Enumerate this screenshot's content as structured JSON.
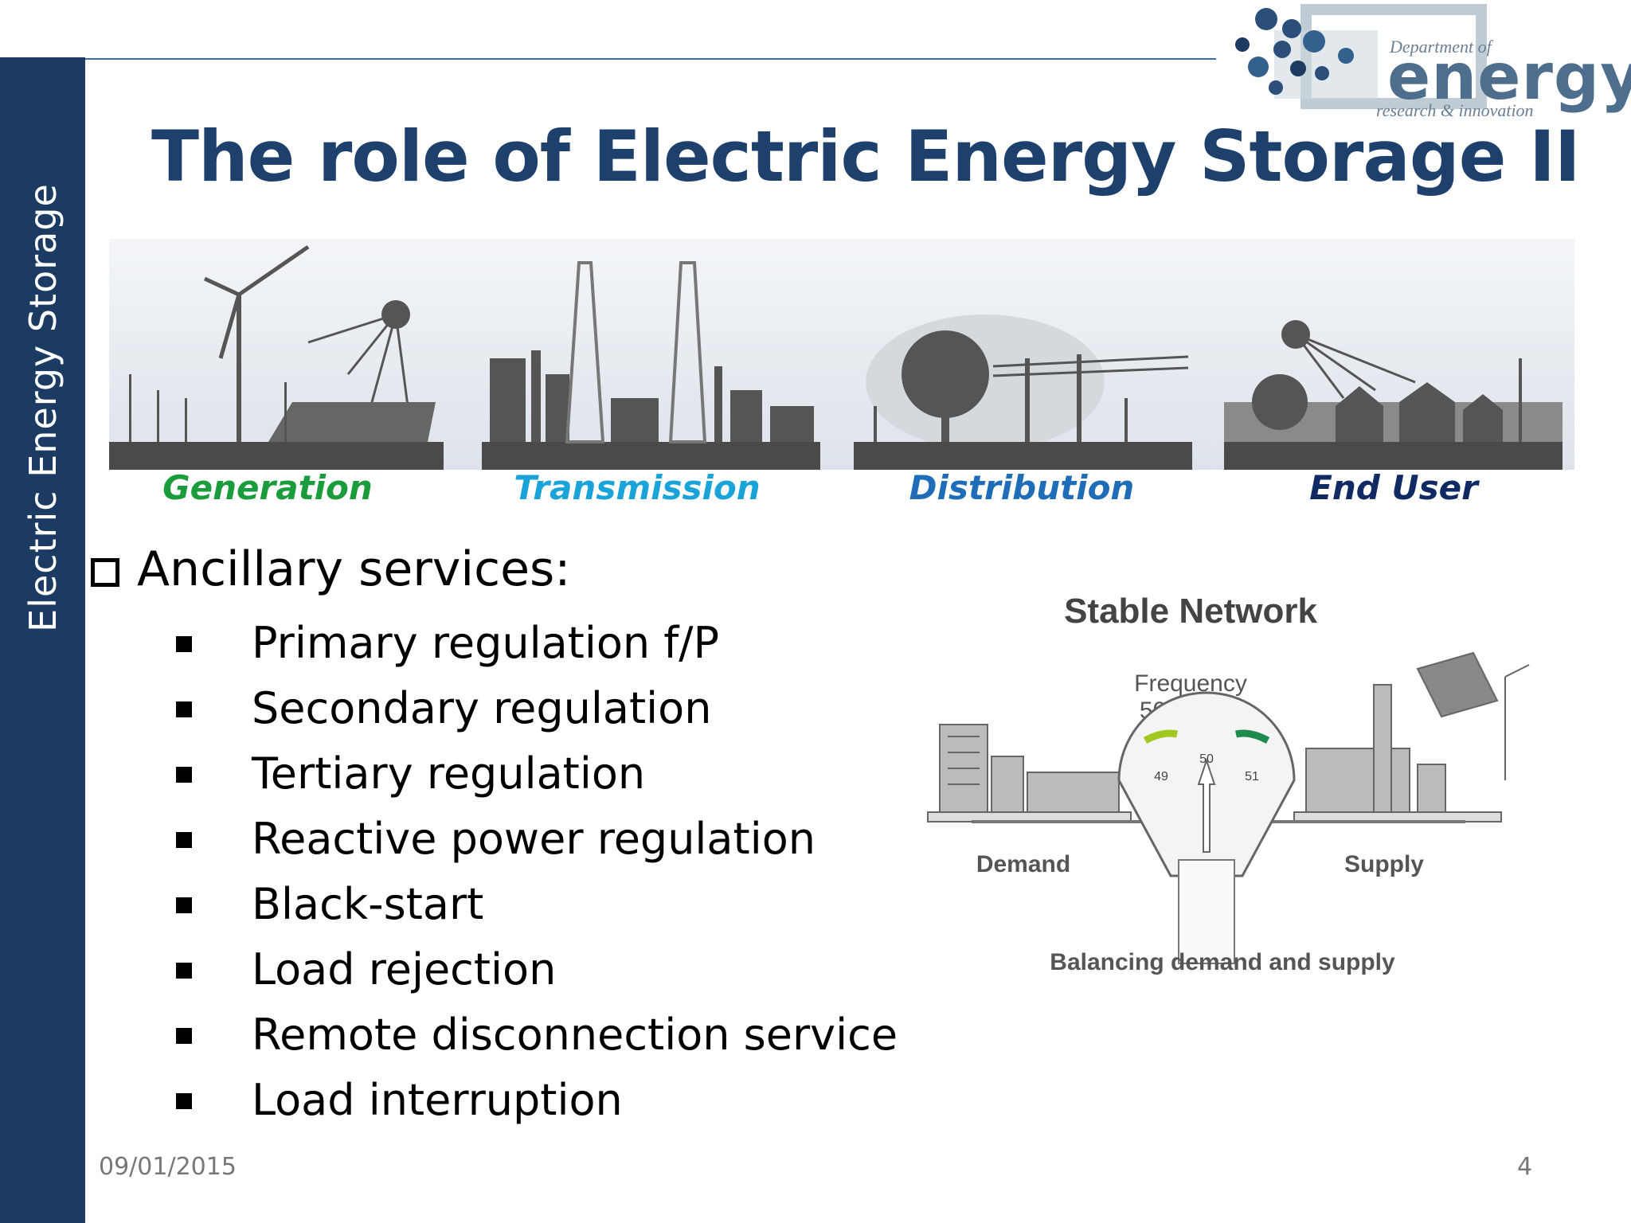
{
  "sidebar": {
    "label": "Electric Energy Storage"
  },
  "logo": {
    "department": "Department of",
    "word": "energy",
    "tagline": "research & innovation"
  },
  "title": "The role of Electric Energy Storage II",
  "stages": [
    {
      "label": "Generation",
      "color": "#1a9b3c"
    },
    {
      "label": "Transmission",
      "color": "#1aa3d8"
    },
    {
      "label": "Distribution",
      "color": "#1f6db8"
    },
    {
      "label": "End User",
      "color": "#102a63"
    }
  ],
  "section": {
    "heading": "Ancillary services:",
    "items": [
      "Primary regulation f/P",
      "Secondary regulation",
      "Tertiary regulation",
      "Reactive power regulation",
      "Black-start",
      "Load rejection",
      "Remote disconnection service",
      "Load interruption"
    ]
  },
  "diagram": {
    "title": "Stable Network",
    "frequency_label": "Frequency",
    "frequency_value": "50±0.5Hz",
    "gauge_low": "49",
    "gauge_mid": "50",
    "gauge_high": "51",
    "left_label": "Demand",
    "right_label": "Supply",
    "caption": "Balancing demand and supply"
  },
  "footer": {
    "date": "09/01/2015",
    "page": "4"
  },
  "colors": {
    "sidebar": "#1c3b63",
    "title": "#1d416c",
    "rule": "#3e6aa6"
  }
}
